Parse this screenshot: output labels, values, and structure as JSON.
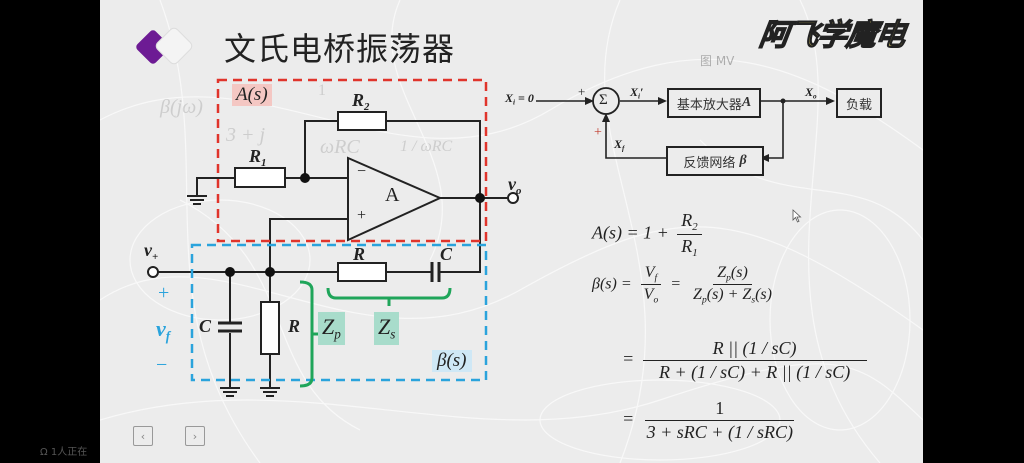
{
  "slide": {
    "title": "文氏电桥振荡器",
    "brand_logo_text": "阿飞学魔电",
    "brand_watermark": "图 MV",
    "background_formula_ghost": {
      "lhs": "β(jω)",
      "numerator": "1",
      "denominator_left": "3 + j",
      "denominator_mid": "ωRC",
      "denominator_right": "1 / ωRC"
    }
  },
  "circuit": {
    "block_A_label": "A(s)",
    "block_beta_label": "β(s)",
    "opamp_label": "A",
    "opamp_minus": "−",
    "opamp_plus": "+",
    "r1": "R",
    "r1_sub": "1",
    "r2": "R",
    "r2_sub": "2",
    "r_series": "R",
    "c_series": "C",
    "r_shunt": "R",
    "c_shunt": "C",
    "vo": "v",
    "vo_sub": "o",
    "vplus": "v",
    "vplus_sub": "+",
    "vf": "v",
    "vf_sub": "f",
    "vf_plus": "+",
    "vf_minus": "−",
    "zp": "Z",
    "zp_sub": "p",
    "zs": "Z",
    "zs_sub": "s"
  },
  "block_diagram": {
    "input_label": "X",
    "input_sub": "i",
    "input_eq": " = 0",
    "sum_symbol": "Σ",
    "sum_plus_top": "+",
    "sum_plus_bottom": "+",
    "xi_prime": "X",
    "xi_prime_sub": "i",
    "xi_prime_mark": "′",
    "amplifier": "基本放大器",
    "amplifier_symbol": "A",
    "xo": "X",
    "xo_sub": "o",
    "load": "负载",
    "feedback": "反馈网络",
    "feedback_symbol": "β",
    "xf": "X",
    "xf_sub": "f"
  },
  "formulas": {
    "a_lhs": "A(s) = 1 +",
    "a_num": "R",
    "a_num_sub": "2",
    "a_den": "R",
    "a_den_sub": "1",
    "b_lhs": "β(s) =",
    "b_frac1_num": "V",
    "b_frac1_num_sub": "f",
    "b_frac1_den": "V",
    "b_frac1_den_sub": "o",
    "eq": "=",
    "b_frac2_num": "Z",
    "b_frac2_num_sub": "p",
    "b_frac2_num_tail": "(s)",
    "b_frac2_den_a": "Z",
    "b_frac2_den_a_sub": "p",
    "b_frac2_den_mid": "(s) + ",
    "b_frac2_den_b": "Z",
    "b_frac2_den_b_sub": "s",
    "b_frac2_den_tail": "(s)",
    "c_num": "R || (1 / sC)",
    "c_den": "R + (1 / sC) + R || (1 / sC)",
    "d_num": "1",
    "d_den": "3 + sRC + (1 / sRC)"
  },
  "player": {
    "prev_icon": "‹",
    "next_icon": "›",
    "viewer_count": "1人正在"
  },
  "colors": {
    "accent_purple": "#6d1b94",
    "red_box": "#e0342b",
    "blue_box": "#2aa3dc",
    "green_bracket": "#1fa55a"
  }
}
